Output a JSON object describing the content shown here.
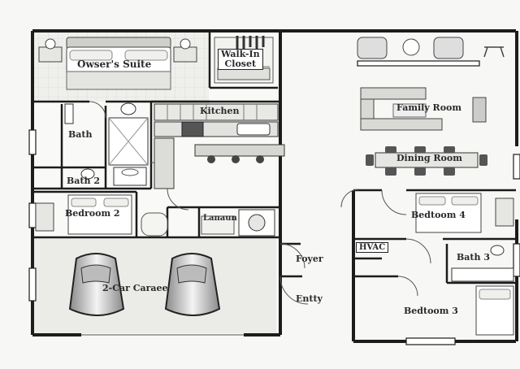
{
  "rooms": {
    "owners_suite": "Owser's Suite",
    "walk_in_closet_line1": "Walk-In",
    "walk_in_closet_line2": "Closet",
    "kitchen": "Kitchen",
    "family_room": "Family Room",
    "dining_room": "Dining Room",
    "bath": "Bath",
    "bath_2": "Bath 2",
    "bedroom_2": "Bedroom 2",
    "laundry": "Lanaun",
    "bedroom_4": "Bedtoom 4",
    "hvac": "HVAC",
    "bath_3": "Bath 3",
    "foyer": "Foyer",
    "entry": "Entty",
    "garage": "2-Car Caraee",
    "bedroom_3": "Bedtoom 3"
  },
  "colors": {
    "wall": "#1c1c1c",
    "floor": "#f7f7f5",
    "tile": "#e9e9e6",
    "furniture": "#d9d9d6"
  }
}
